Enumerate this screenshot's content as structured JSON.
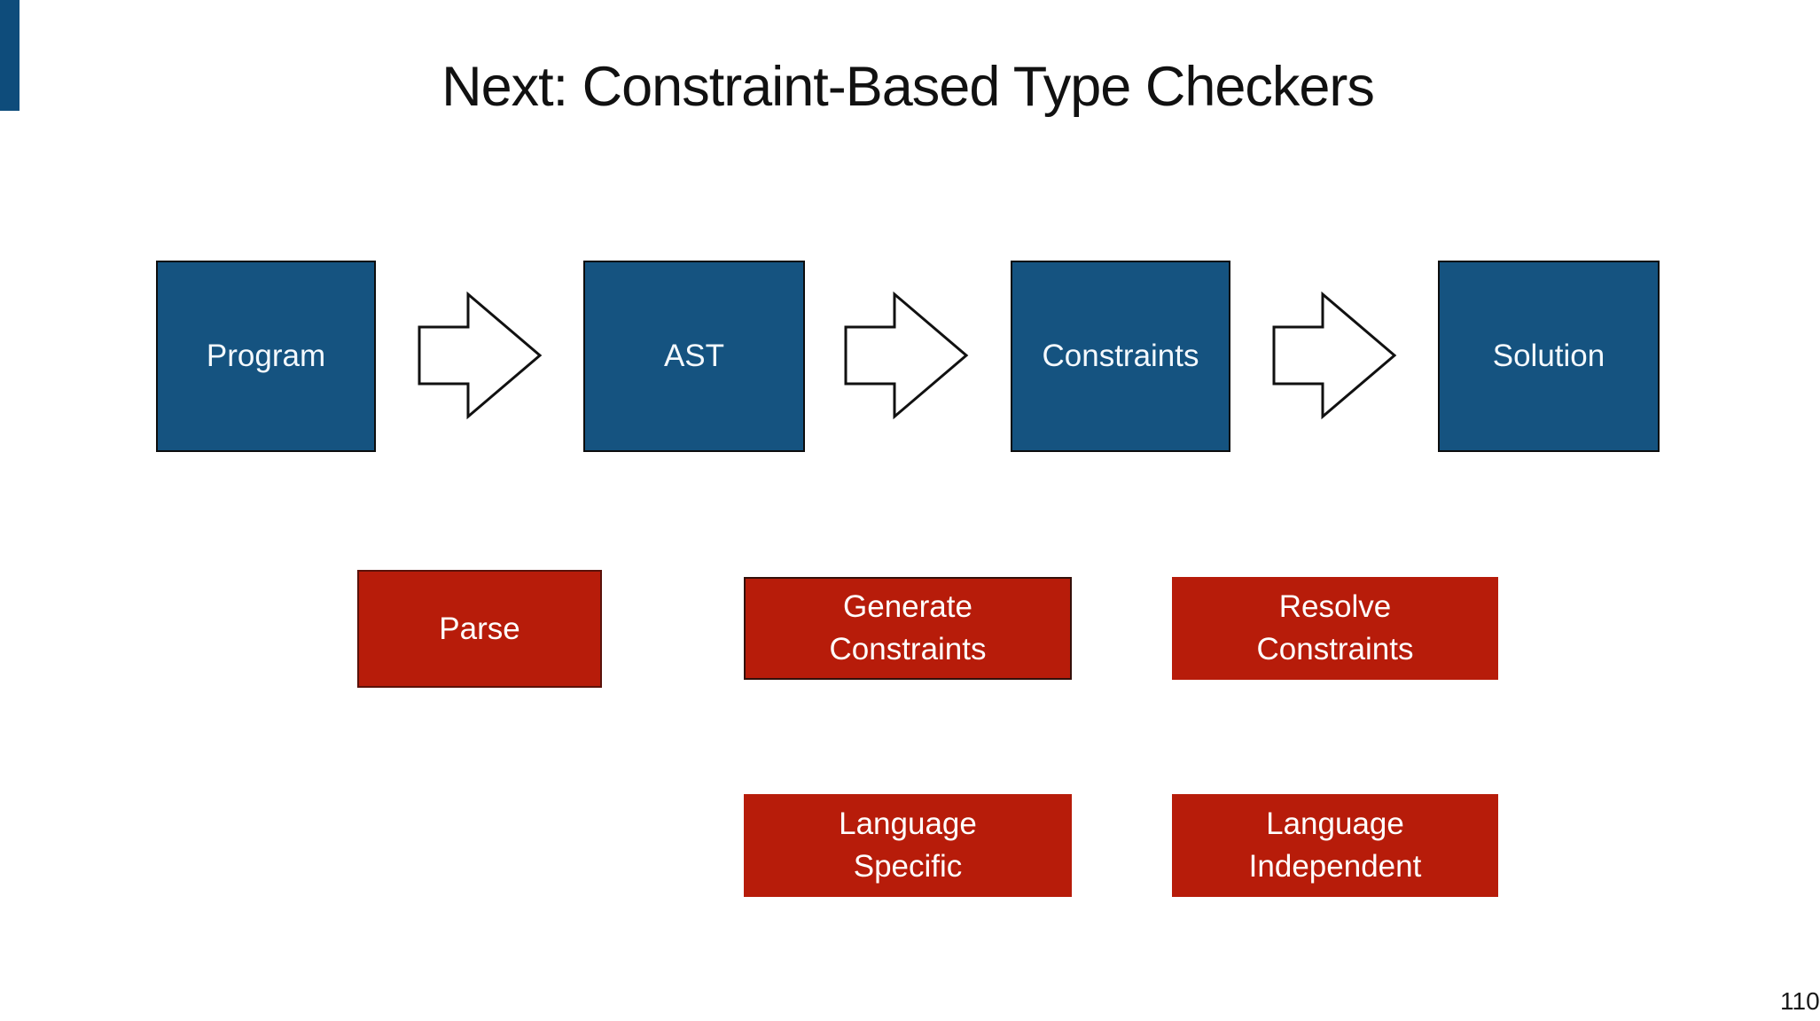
{
  "slide": {
    "title": "Next: Constraint-Based Type Checkers",
    "page_number": "110"
  },
  "colors": {
    "accent_bar_blue": "#0E4C7B",
    "node_fill_blue": "#155380",
    "node_border": "#0d0d0d",
    "action_fill_red": "#B71C0A",
    "node_text": "#f4f9fd",
    "action_text": "#ffffff",
    "title_text": "#111111"
  },
  "flow": {
    "nodes": [
      {
        "label": "Program"
      },
      {
        "label": "AST"
      },
      {
        "label": "Constraints"
      },
      {
        "label": "Solution"
      }
    ],
    "arrows": [
      {
        "name": "program-to-ast-arrow"
      },
      {
        "name": "ast-to-constraints-arrow"
      },
      {
        "name": "constraints-to-solution-arrow"
      }
    ]
  },
  "actions": [
    {
      "line1": "Parse"
    },
    {
      "line1": "Generate",
      "line2": "Constraints"
    },
    {
      "line1": "Resolve",
      "line2": "Constraints"
    }
  ],
  "categories": [
    {
      "line1": "Language",
      "line2": "Specific"
    },
    {
      "line1": "Language",
      "line2": "Independent"
    }
  ]
}
